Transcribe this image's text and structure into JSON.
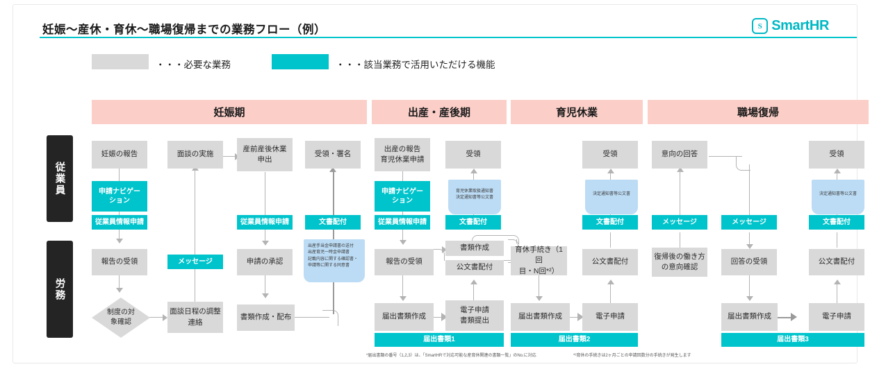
{
  "header": {
    "title": "妊娠〜産休・育休〜職場復帰までの業務フロー（例）",
    "brand_mark": "S",
    "brand_name": "SmartHR",
    "accent_color": "#00c4cc"
  },
  "legend": {
    "gray_swatch_color": "#d9d9d9",
    "gray_label": "・・・必要な業務",
    "teal_swatch_color": "#00c4cc",
    "teal_label": "・・・該当業務で活用いただける機能"
  },
  "phases": [
    {
      "label": "妊娠期"
    },
    {
      "label": "出産・産後期"
    },
    {
      "label": "育児休業"
    },
    {
      "label": "職場復帰"
    }
  ],
  "lanes": [
    {
      "label": "従業員"
    },
    {
      "label": "労務"
    }
  ],
  "employee_nodes": [
    {
      "id": "e1",
      "label": "妊娠の報告"
    },
    {
      "id": "e2",
      "label": "面談の実施"
    },
    {
      "id": "e3",
      "label": "産前産後休業\n申出"
    },
    {
      "id": "e4",
      "label": "受領・署名"
    },
    {
      "id": "e5",
      "label": "出産の報告\n育児休業申請"
    },
    {
      "id": "e6",
      "label": "受領"
    },
    {
      "id": "e7",
      "label": "受領"
    },
    {
      "id": "e8",
      "label": "意向の回答"
    },
    {
      "id": "e9",
      "label": "受領"
    }
  ],
  "labor_nodes": [
    {
      "id": "l1",
      "label": "報告の受領"
    },
    {
      "id": "l2",
      "label": "制度の対\n象確認"
    },
    {
      "id": "l3",
      "label": "面談日程の調整\n連絡"
    },
    {
      "id": "l4",
      "label": "申請の承認"
    },
    {
      "id": "l5",
      "label": "書類作成・配布"
    },
    {
      "id": "l6",
      "label": "報告の受領"
    },
    {
      "id": "l7",
      "label": "書類作成"
    },
    {
      "id": "l8",
      "label": "公文書配付"
    },
    {
      "id": "l9",
      "label": "届出書類作成"
    },
    {
      "id": "l10",
      "label": "電子申請\n書類提出"
    },
    {
      "id": "l11",
      "label": "育休手続き（1回\n目・N回*²）"
    },
    {
      "id": "l12",
      "label": "届出書類作成"
    },
    {
      "id": "l13",
      "label": "電子申請"
    },
    {
      "id": "l14",
      "label": "公文書配付"
    },
    {
      "id": "l15",
      "label": "復帰後の働き方\nの意向確認"
    },
    {
      "id": "l16",
      "label": "回答の受領"
    },
    {
      "id": "l17",
      "label": "届出書類作成"
    },
    {
      "id": "l18",
      "label": "電子申請"
    },
    {
      "id": "l19",
      "label": "公文書配付"
    }
  ],
  "features": [
    {
      "id": "f1",
      "label": "申請ナビゲー\nション"
    },
    {
      "id": "f2",
      "label": "従業員情報申請"
    },
    {
      "id": "f3",
      "label": "メッセージ"
    },
    {
      "id": "f4",
      "label": "従業員情報申請"
    },
    {
      "id": "f5",
      "label": "文書配付"
    },
    {
      "id": "f6",
      "label": "申請ナビゲー\nション"
    },
    {
      "id": "f7",
      "label": "従業員情報申請"
    },
    {
      "id": "f8",
      "label": "文書配付"
    },
    {
      "id": "f9",
      "label": "文書配付"
    },
    {
      "id": "f10",
      "label": "メッセージ"
    },
    {
      "id": "f11",
      "label": "メッセージ"
    },
    {
      "id": "f12",
      "label": "文書配付"
    },
    {
      "id": "f13",
      "label": "届出書類1"
    },
    {
      "id": "f14",
      "label": "届出書類2"
    },
    {
      "id": "f15",
      "label": "届出書類3"
    }
  ],
  "documents": [
    {
      "id": "d1",
      "text": "出産手当金申請書の送付\n出産育児一時金申請書\n記載内容に関する確認書・申請等に関する同意書"
    },
    {
      "id": "d2",
      "text": "育児休業取扱通知書\n決定通知書等公文書"
    },
    {
      "id": "d3",
      "text": "決定通知書等公文書"
    },
    {
      "id": "d4",
      "text": "決定通知書等公文書"
    }
  ],
  "footnotes": [
    {
      "id": "fn1",
      "text": "*届出書類の番号（1,2,3）は、「SmartHRで対応可能な産育休関連の書類一覧」のNo.に対応"
    },
    {
      "id": "fn2",
      "text": "*²育休の手続きは2ヶ月ごとの申請回数分の手続きが発生します"
    }
  ]
}
